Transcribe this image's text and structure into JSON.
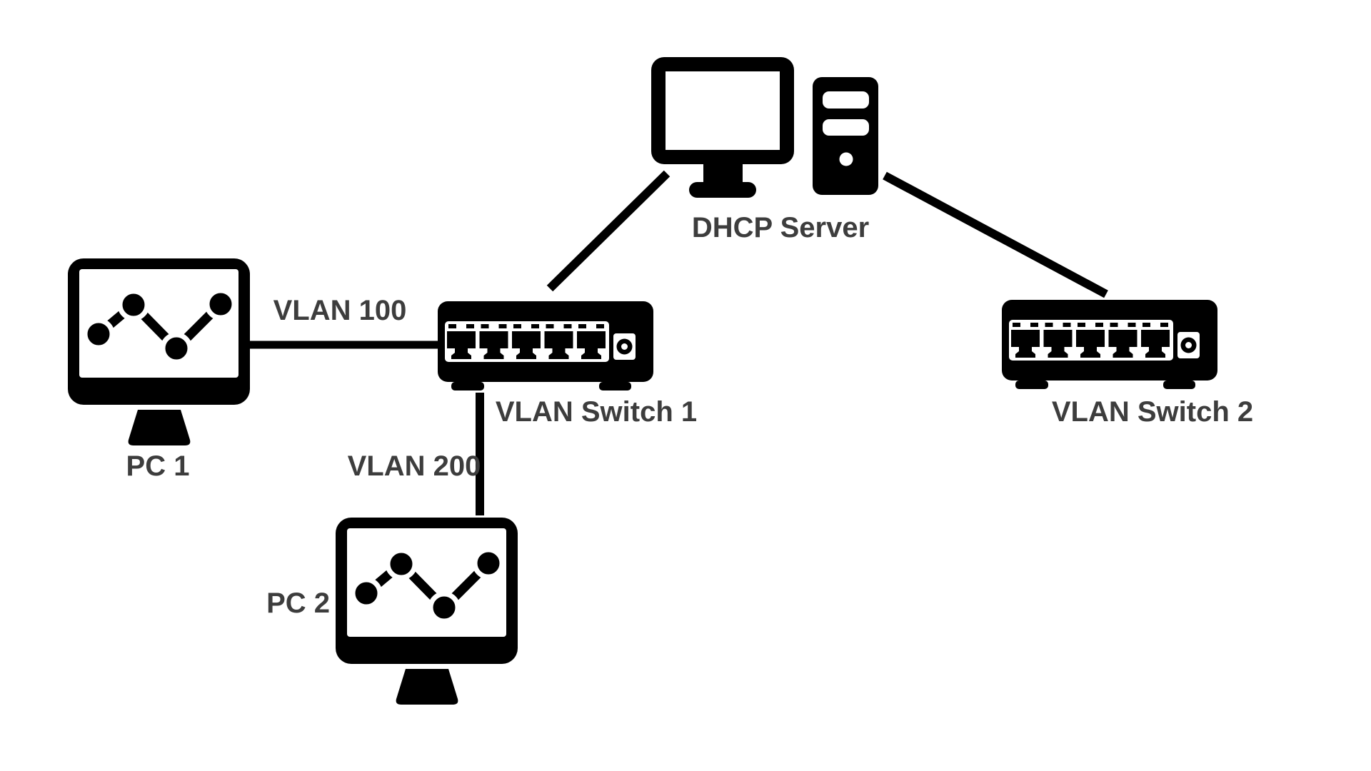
{
  "diagram": {
    "type": "network-topology",
    "colors": {
      "icon": "#000000",
      "label_text": "#3d3d3d",
      "background": "#ffffff",
      "link": "#000000"
    },
    "nodes": [
      {
        "id": "pc1",
        "label": "PC 1",
        "type": "workstation-monitor-with-line-chart"
      },
      {
        "id": "pc2",
        "label": "PC 2",
        "type": "workstation-monitor-with-line-chart"
      },
      {
        "id": "dhcp",
        "label": "DHCP Server",
        "type": "server-monitor-and-tower"
      },
      {
        "id": "sw1",
        "label": "VLAN Switch 1",
        "type": "ethernet-switch-5-ports"
      },
      {
        "id": "sw2",
        "label": "VLAN Switch 2",
        "type": "ethernet-switch-5-ports"
      }
    ],
    "links": [
      {
        "from": "pc1",
        "to": "sw1",
        "label": "VLAN 100",
        "style": "solid-black"
      },
      {
        "from": "sw1",
        "to": "pc2",
        "label": "VLAN 200",
        "style": "solid-black"
      },
      {
        "from": "sw1",
        "to": "dhcp",
        "label": "",
        "style": "solid-black"
      },
      {
        "from": "dhcp",
        "to": "sw2",
        "label": "",
        "style": "solid-black"
      }
    ]
  }
}
